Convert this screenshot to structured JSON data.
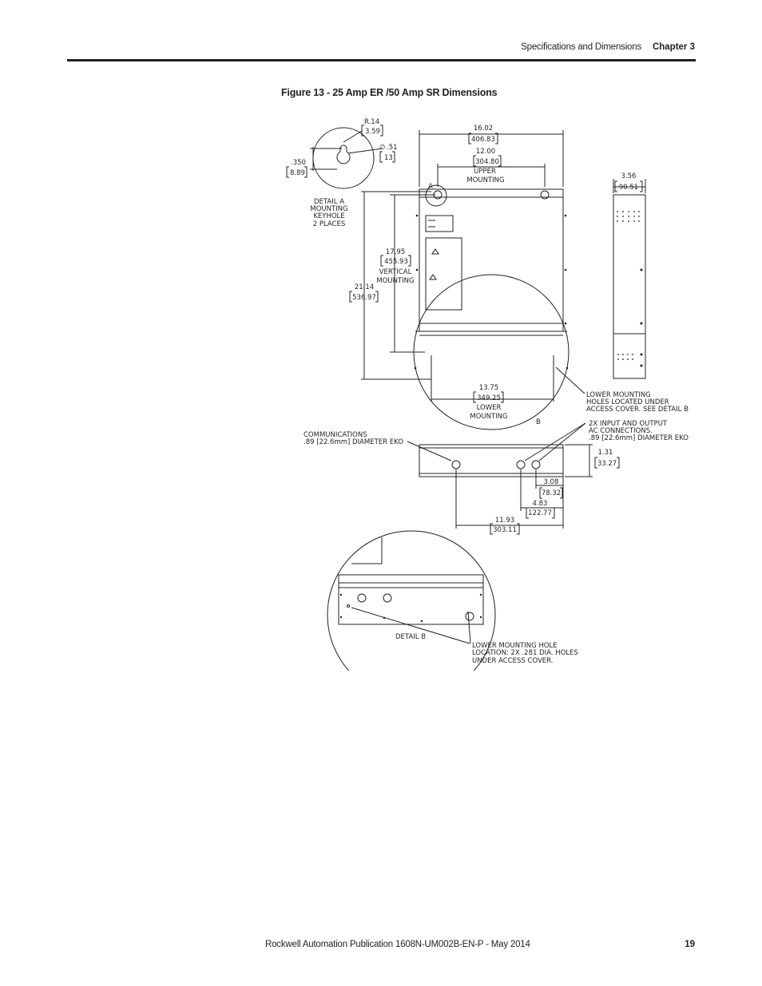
{
  "header": {
    "section": "Specifications and Dimensions",
    "chapter": "Chapter 3"
  },
  "figure": {
    "title": "Figure 13 - 25 Amp ER /50 Amp SR Dimensions"
  },
  "drawing": {
    "detail_a": {
      "r_in": "R.14",
      "r_mm": "3.59",
      "dia_in": ".51",
      "dia_mm": "13",
      "h_in": ".350",
      "h_mm": "8.89",
      "caption": [
        "DETAIL A",
        "MOUNTING",
        "KEYHOLE",
        "2 PLACES"
      ]
    },
    "width_overall_in": "16.02",
    "width_overall_mm": "406.83",
    "upper_mount_in": "12.00",
    "upper_mount_mm": "304.80",
    "upper_mount_label": [
      "UPPER",
      "MOUNTING"
    ],
    "depth_in": "3.56",
    "depth_mm": "90.51",
    "vert_mount_in": "17.95",
    "vert_mount_mm": "455.93",
    "vert_mount_label": [
      "VERTICAL",
      "MOUNTING"
    ],
    "height_in": "21.14",
    "height_mm": "536.97",
    "lower_mount_in": "13.75",
    "lower_mount_mm": "349.25",
    "lower_mount_label": [
      "LOWER",
      "MOUNTING"
    ],
    "callout_a": "A",
    "callout_b": "B",
    "lower_note": [
      "LOWER MOUNTING",
      "HOLES LOCATED UNDER",
      "ACCESS COVER. SEE DETAIL B"
    ],
    "comms_note": [
      "COMMUNICATIONS",
      ".89 [22.6mm] DIAMETER EKO"
    ],
    "io_note": [
      "2X INPUT AND OUTPUT",
      "AC CONNECTIONS.",
      ".89 [22.6mm] DIAMETER EKO"
    ],
    "bottom_h_in": "1.31",
    "bottom_h_mm": "33.27",
    "d308_in": "3.08",
    "d308_mm": "78.32",
    "d483_in": "4.83",
    "d483_mm": "122.77",
    "d1193_in": "11.93",
    "d1193_mm": "303.11",
    "detail_b": "DETAIL B",
    "detail_b_note": [
      "LOWER MOUNTING HOLE",
      "LOCATION: 2X .281 DIA. HOLES",
      "UNDER ACCESS COVER."
    ]
  },
  "footer": {
    "publication": "Rockwell Automation Publication 1608N-UM002B-EN-P - May 2014",
    "page": "19"
  }
}
